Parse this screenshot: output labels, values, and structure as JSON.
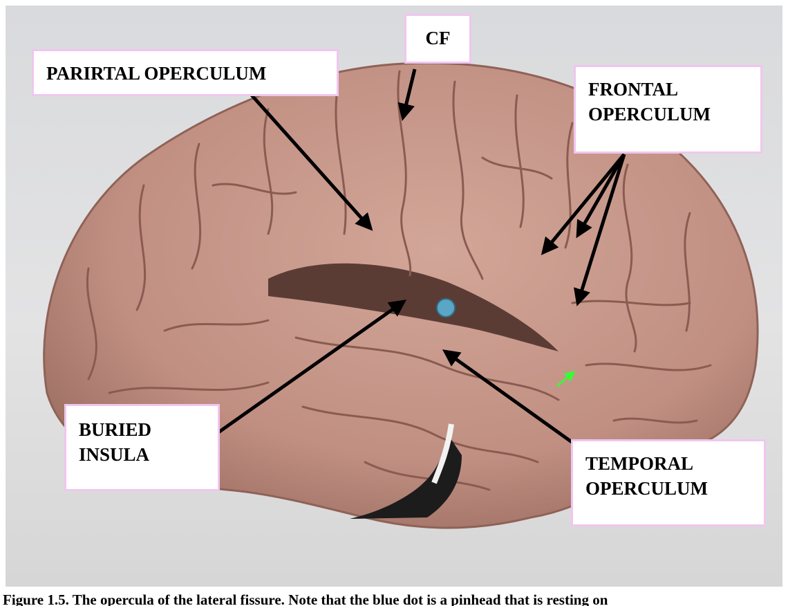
{
  "labels": {
    "cf": "CF",
    "parietal_operculum": "PARIRTAL OPERCULUM",
    "frontal_operculum_line1": "FRONTAL",
    "frontal_operculum_line2": "OPERCULUM",
    "buried_insula_line1": "BURIED",
    "buried_insula_line2": "INSULA",
    "temporal_operculum_line1": "TEMPORAL",
    "temporal_operculum_line2": "OPERCULUM"
  },
  "caption": "Figure 1.5. The opercula of the lateral fissure. Note that the blue dot is a pinhead that is resting on",
  "colors": {
    "brain": "#c7988a",
    "brain_shadow": "#9c6e62",
    "sulcus": "#6e4a42",
    "label_border": "#f0c6ee",
    "arrow": "#000000",
    "pinhead": "#5aa6c4",
    "green_arrow": "#33ff33",
    "background": "#dcdcdd"
  }
}
